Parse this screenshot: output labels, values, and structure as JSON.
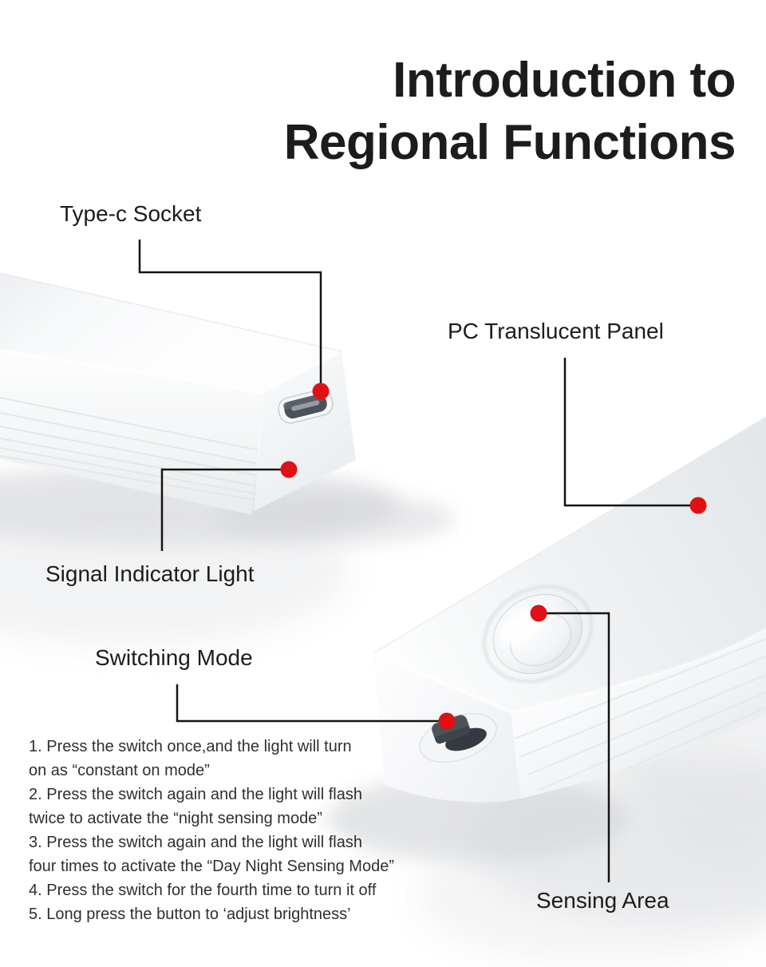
{
  "title": {
    "line1": "Introduction to",
    "line2": "Regional Functions"
  },
  "callouts": [
    {
      "label": "Type-c Socket"
    },
    {
      "label": "PC Translucent Panel"
    },
    {
      "label": "Signal Indicator Light"
    },
    {
      "label": "Switching Mode"
    },
    {
      "label": "Sensing Area"
    }
  ],
  "instructions": [
    "1. Press the switch once,and the light will turn\non as “constant on mode”",
    "2. Press the switch again and the light will flash\ntwice to activate the “night sensing mode”",
    "3. Press the switch again and the light will flash\nfour times to activate the “Day Night Sensing Mode”",
    "4. Press the switch for the fourth time to turn it off",
    "5. Long press the button to ‘adjust brightness’"
  ],
  "colors": {
    "accent_red": "#e01114",
    "line_black": "#141414",
    "text_dark": "#1c1c1c",
    "text_body": "#2f2f2f"
  }
}
